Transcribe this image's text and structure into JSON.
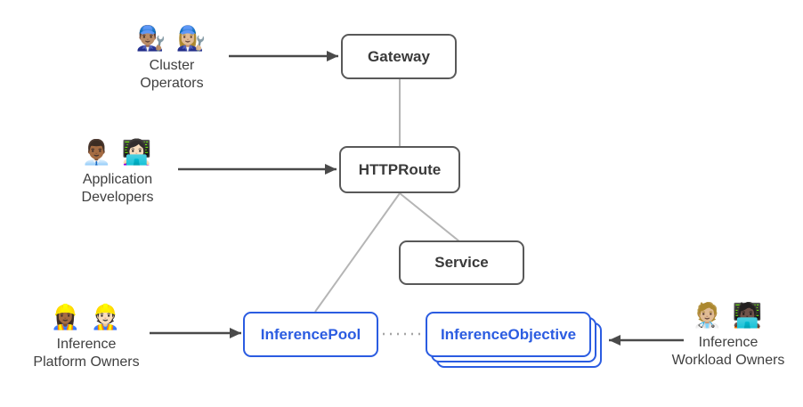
{
  "diagram": {
    "nodes": {
      "gateway": {
        "label": "Gateway"
      },
      "httproute": {
        "label": "HTTPRoute"
      },
      "service": {
        "label": "Service"
      },
      "inference_pool": {
        "label": "InferencePool"
      },
      "inference_objective": {
        "label": "InferenceObjective"
      }
    },
    "personas": {
      "cluster_operators": {
        "emojis": "👨🏽‍🔧 👩🏼‍🔧",
        "line1": "Cluster",
        "line2": "Operators"
      },
      "application_developers": {
        "emojis": "👨🏾‍💼 👩🏻‍💻",
        "line1": "Application",
        "line2": "Developers"
      },
      "inference_platform_owners": {
        "emojis": "👷🏾‍♀️ 👷🏻",
        "line1": "Inference",
        "line2": "Platform Owners"
      },
      "inference_workload_owners": {
        "emojis": "🧑🏼‍⚕️ 🧑🏿‍💻",
        "line1": "Inference",
        "line2": "Workload Owners"
      }
    },
    "colors": {
      "box_border_gray": "#595959",
      "box_text_gray": "#3a3a3a",
      "resource_blue": "#2b5ce1",
      "connector_gray": "#b5b5b5",
      "dotted_gray": "#a6a6a6",
      "arrow_dark": "#4a4a4a",
      "persona_text": "#3f3f3f",
      "background": "#ffffff"
    }
  }
}
